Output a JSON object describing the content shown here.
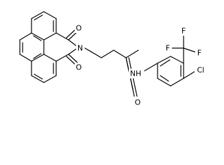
{
  "molecule": {
    "atom_labels": {
      "imide_nitrogen": "N",
      "imide_oxygen_top": "O",
      "imide_oxygen_bottom": "O",
      "amide_nitrogen": "NH",
      "amide_oxygen": "O",
      "fluorine_top": "F",
      "fluorine_left": "F",
      "fluorine_right": "F",
      "chlorine": "Cl"
    }
  }
}
